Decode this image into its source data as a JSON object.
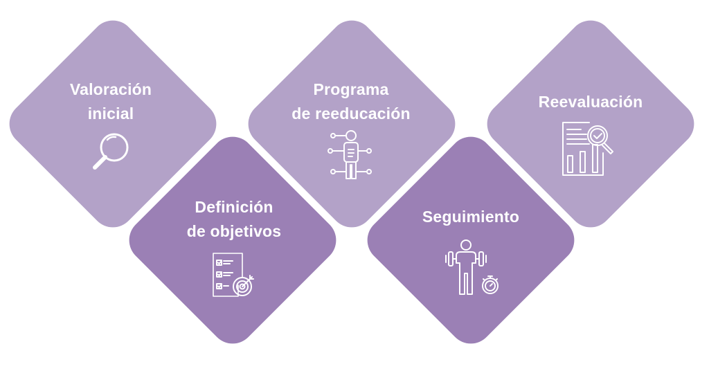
{
  "steps": [
    {
      "lines": [
        "Valoración",
        "inicial"
      ],
      "icon": "magnifier-icon"
    },
    {
      "lines": [
        "Definición",
        "de objetivos"
      ],
      "icon": "checklist-target-icon"
    },
    {
      "lines": [
        "Programa",
        "de reeducación"
      ],
      "icon": "body-network-icon"
    },
    {
      "lines": [
        "Seguimiento"
      ],
      "icon": "weightlifting-stopwatch-icon"
    },
    {
      "lines": [
        "Reevaluación"
      ],
      "icon": "report-analysis-icon"
    }
  ],
  "colors": {
    "light": "#b3a2c8",
    "dark": "#9b80b5",
    "text": "#ffffff"
  }
}
